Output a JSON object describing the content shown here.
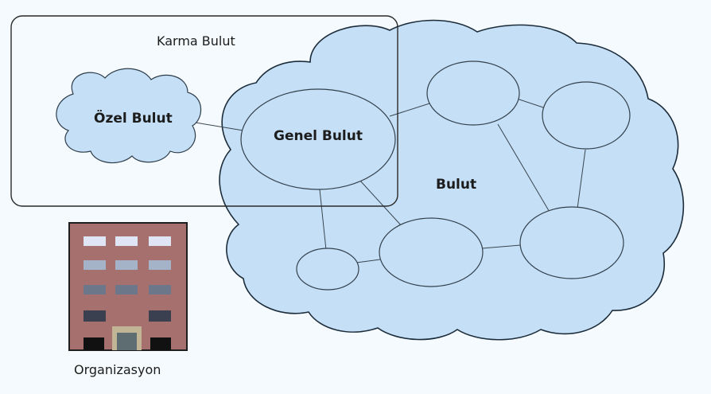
{
  "colors": {
    "background": "#f4fafd",
    "cloud_fill": "#c4dff6",
    "cloud_stroke": "#1c2c3a",
    "node_fill": "#c4dff6",
    "node_stroke": "#33414d",
    "hybrid_box_stroke": "#2a2a2a",
    "building_fill": "#a5706d"
  },
  "labels": {
    "hybrid": "Karma Bulut",
    "private": "Özel Bulut",
    "public": "Genel Bulut",
    "cloud": "Bulut",
    "organization": "Organizasyon"
  },
  "icons": {
    "organization": "office-building-icon"
  }
}
